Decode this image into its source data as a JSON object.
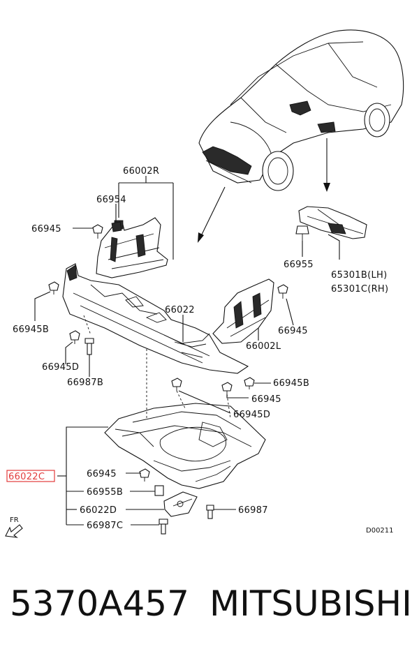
{
  "labels": {
    "l66002R": "66002R",
    "l66954": "66954",
    "l66945_a": "66945",
    "l66945B_a": "66945B",
    "l66022": "66022",
    "l66945D_a": "66945D",
    "l66987B": "66987B",
    "l66955_top": "66955",
    "l65301B": "65301B(LH)",
    "l65301C": "65301C(RH)",
    "l66945_b": "66945",
    "l66002L": "66002L",
    "l66945B_b": "66945B",
    "l66945_c": "66945",
    "l66945D_b": "66945D",
    "l66022C": "66022C",
    "l66945_d": "66945",
    "l66955B": "66955B",
    "l66022D": "66022D",
    "l66987C": "66987C",
    "l66987": "66987",
    "fr": "FR",
    "code": "D00211"
  },
  "highlight_color": "#e23b3b",
  "footer": {
    "part_number": "5370A457",
    "brand": "MITSUBISHI"
  }
}
